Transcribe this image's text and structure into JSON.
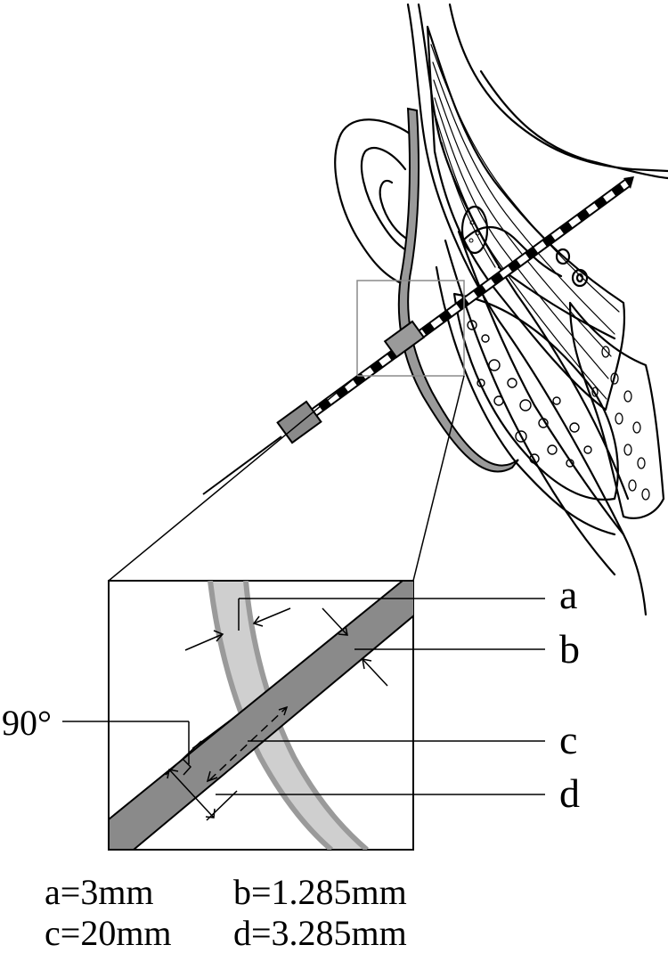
{
  "diagram": {
    "labels": {
      "a": "a",
      "b": "b",
      "c": "c",
      "d": "d",
      "angle": "90°"
    },
    "measurements": [
      {
        "text": "a=3mm"
      },
      {
        "text": "b=1.285mm"
      },
      {
        "text": "c=20mm"
      },
      {
        "text": "d=3.285mm"
      }
    ]
  },
  "colors": {
    "line": "#000000",
    "guide": "#9a9a9a",
    "light_guide": "#cfcfcf"
  }
}
